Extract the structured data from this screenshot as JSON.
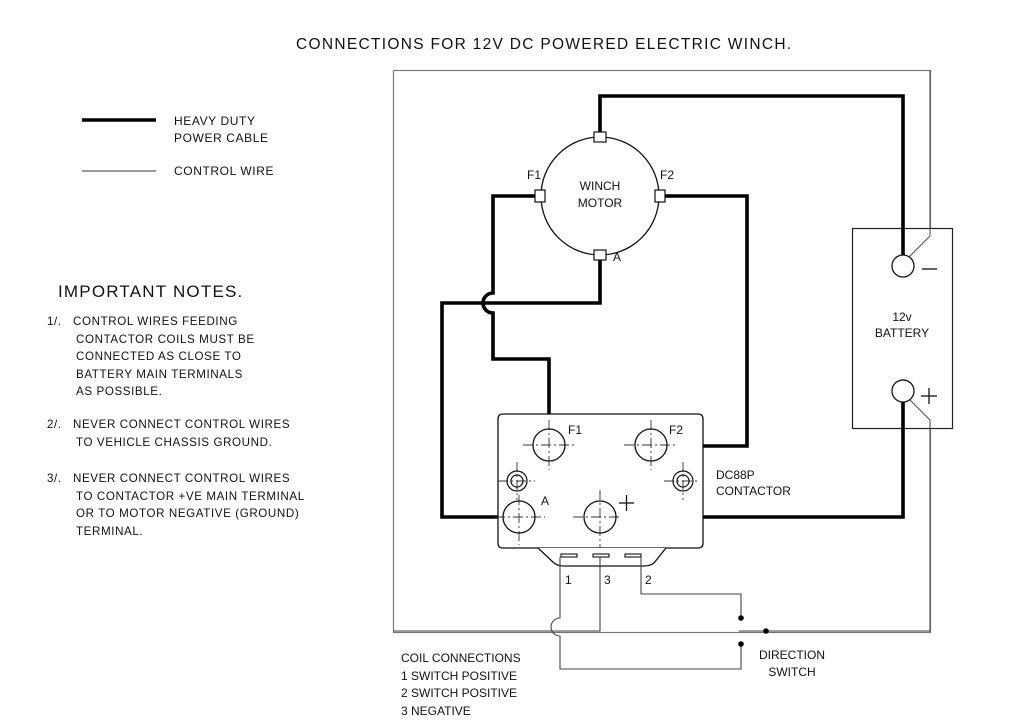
{
  "title": "CONNECTIONS FOR 12V DC POWERED ELECTRIC WINCH.",
  "legend": {
    "items": [
      {
        "line": "heavy",
        "label_lines": [
          "HEAVY DUTY",
          "POWER CABLE"
        ]
      },
      {
        "line": "thin",
        "label_lines": [
          "CONTROL WIRE"
        ]
      }
    ]
  },
  "notes": {
    "heading": "IMPORTANT NOTES.",
    "items": [
      {
        "num": "1/.",
        "lines": [
          "CONTROL WIRES FEEDING",
          "CONTACTOR COILS MUST BE",
          "CONNECTED AS CLOSE TO",
          "BATTERY MAIN TERMINALS",
          "AS POSSIBLE."
        ]
      },
      {
        "num": "2/.",
        "lines": [
          "NEVER CONNECT CONTROL WIRES",
          "TO VEHICLE CHASSIS GROUND."
        ]
      },
      {
        "num": "3/.",
        "lines": [
          "NEVER CONNECT CONTROL WIRES",
          "TO CONTACTOR +VE MAIN TERMINAL",
          "OR TO MOTOR NEGATIVE (GROUND)",
          "TERMINAL."
        ]
      }
    ]
  },
  "motor": {
    "label_lines": [
      "WINCH",
      "MOTOR"
    ],
    "terminals": {
      "f1": "F1",
      "f2": "F2",
      "a": "A"
    }
  },
  "battery": {
    "label_lines": [
      "12v",
      "BATTERY"
    ],
    "neg": "−",
    "pos": "+"
  },
  "contactor": {
    "label_lines": [
      "DC88P",
      "CONTACTOR"
    ],
    "terminals": {
      "f1": "F1",
      "f2": "F2",
      "a": "A",
      "pos": "+"
    },
    "coil_pins": [
      "1",
      "3",
      "2"
    ]
  },
  "coil_connections": {
    "lines": [
      "COIL CONNECTIONS",
      "1 SWITCH POSITIVE",
      "2 SWITCH POSITIVE",
      "3 NEGATIVE"
    ]
  },
  "direction_switch": {
    "label_lines": [
      "DIRECTION",
      "SWITCH"
    ]
  },
  "colors": {
    "heavy_cable": "#000000",
    "control_wire": "#555555",
    "frame": "#777777",
    "background": "#ffffff"
  }
}
